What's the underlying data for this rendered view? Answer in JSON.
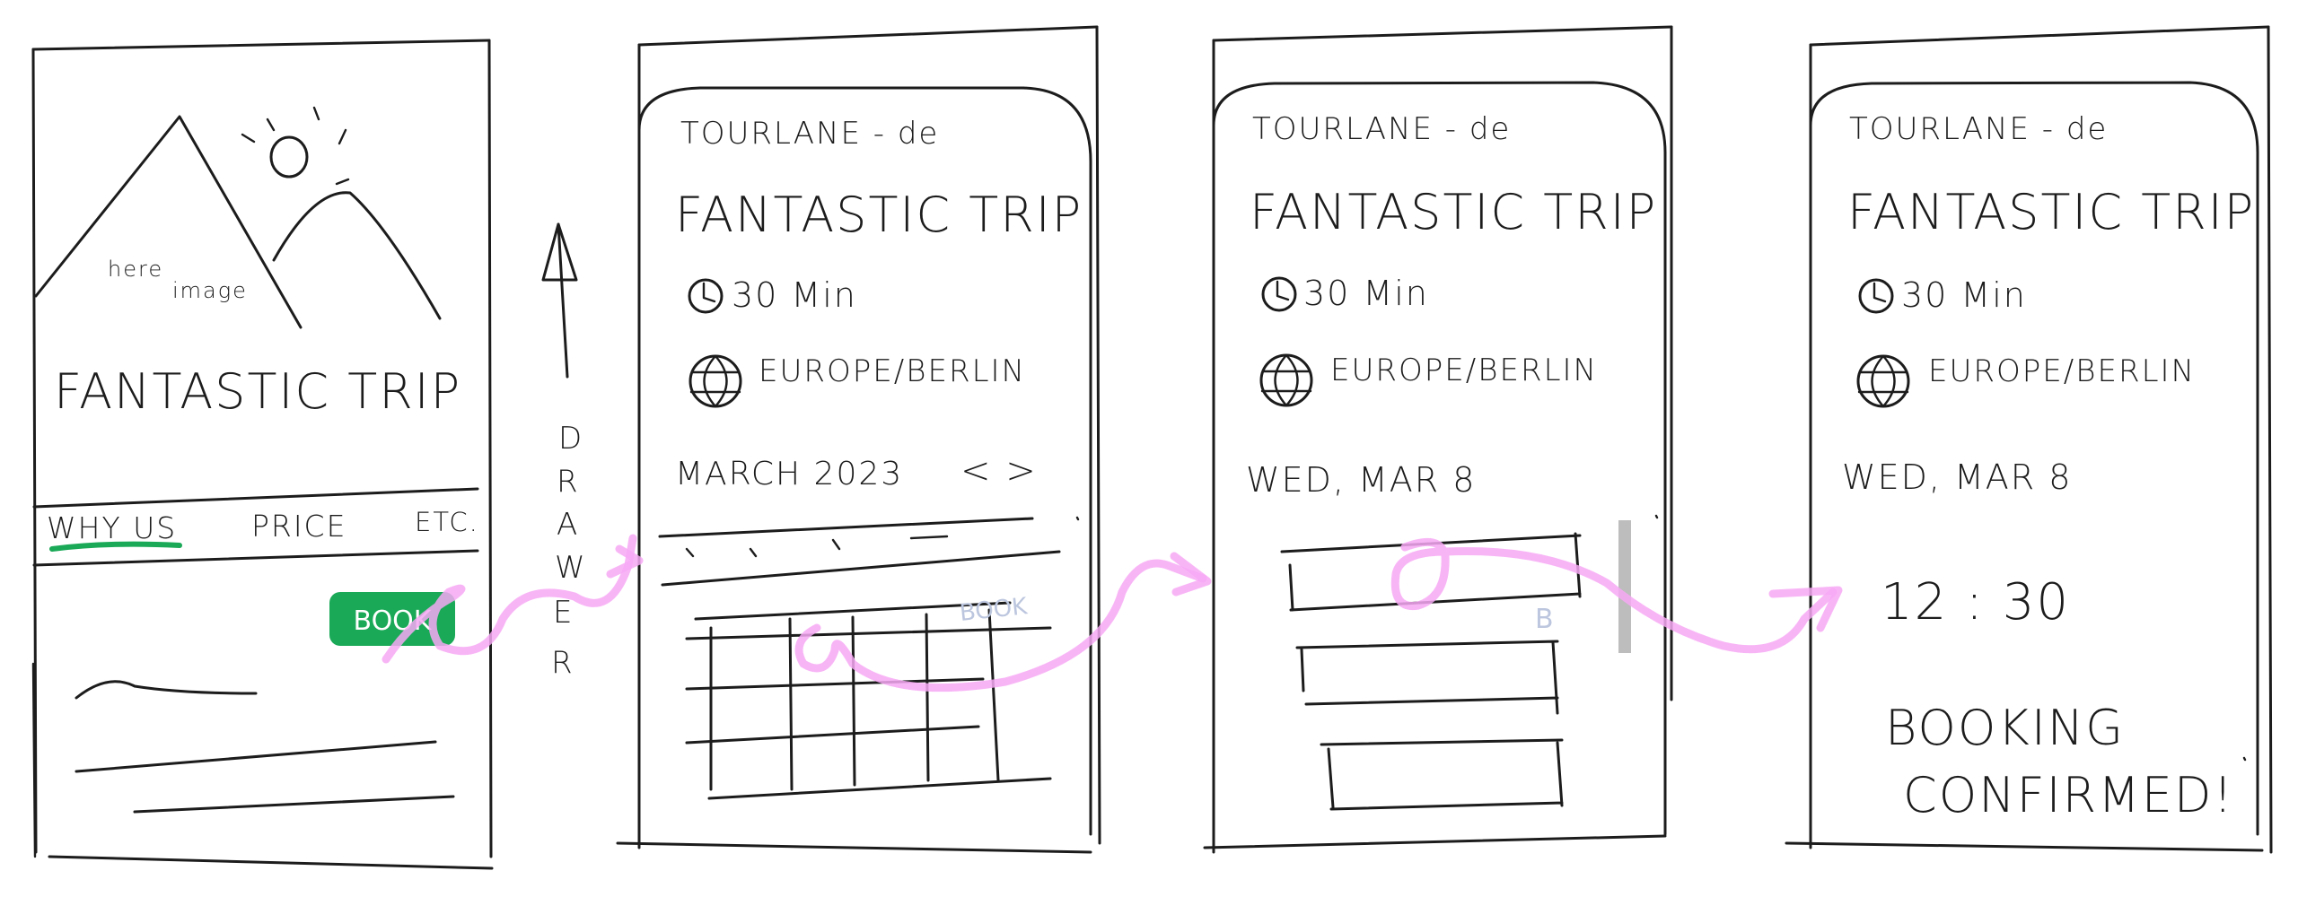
{
  "panel1": {
    "image_note_line1": "here",
    "image_note_line2": "image",
    "title": "FANTASTIC TRIP",
    "tabs": [
      "WHY US",
      "PRICE",
      "ETC."
    ],
    "book_label": "BOOK"
  },
  "drawer_label": [
    "D",
    "R",
    "A",
    "W",
    "E",
    "R"
  ],
  "panel2": {
    "site": "TOURLANE - de",
    "title": "FANTASTIC TRIP",
    "duration": "30 Min",
    "timezone": "EUROPE/BERLIN",
    "month": "MARCH 2023",
    "nav": "< >",
    "ghost": "BOOK"
  },
  "panel3": {
    "site": "TOURLANE - de",
    "title": "FANTASTIC TRIP",
    "duration": "30 Min",
    "timezone": "EUROPE/BERLIN",
    "date": "WED, MAR 8",
    "ghost": "B"
  },
  "panel4": {
    "site": "TOURLANE - de",
    "title": "FANTASTIC TRIP",
    "duration": "30 Min",
    "timezone": "EUROPE/BERLIN",
    "date": "WED, MAR 8",
    "time": "12 : 30",
    "confirm_line1": "BOOKING",
    "confirm_line2": "CONFIRMED!"
  },
  "colors": {
    "ink": "#1c1c1c",
    "book_green": "#1aa957",
    "flow_pink": "#f7a8f5",
    "scrollbar": "#bdbdbd"
  }
}
